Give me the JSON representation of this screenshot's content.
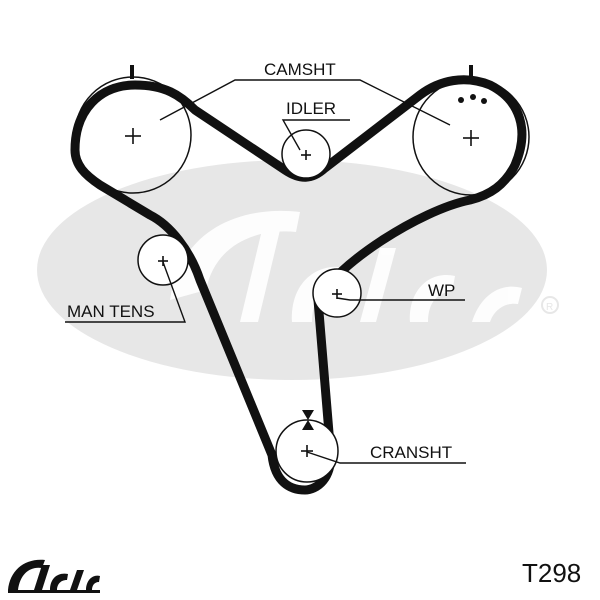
{
  "labels": {
    "camshaft": "CAMSHT",
    "idler": "IDLER",
    "manual_tensioner": "MAN TENS",
    "water_pump": "WP",
    "crankshaft": "CRANSHT"
  },
  "part_number": "T298",
  "colors": {
    "belt": "#111111",
    "watermark": "#e7e7e7",
    "text": "#111111"
  },
  "icons": {
    "logo": "gates-logo",
    "watermark": "gates-watermark"
  }
}
